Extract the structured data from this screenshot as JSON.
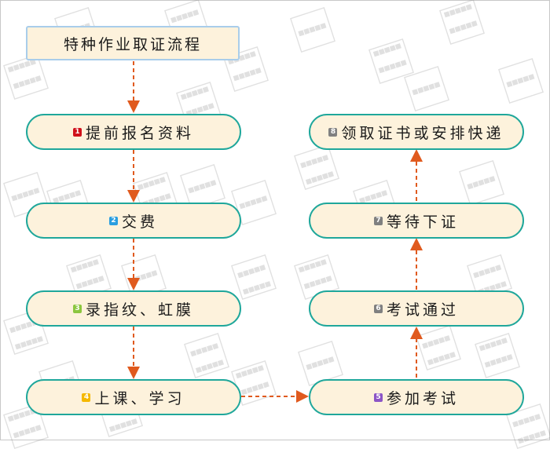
{
  "title": "特种作业取证流程",
  "steps": [
    {
      "num": "1",
      "label": "提前报名资料",
      "badge_color": "#d0121b"
    },
    {
      "num": "2",
      "label": "交费",
      "badge_color": "#2a9ee0"
    },
    {
      "num": "3",
      "label": "录指纹、虹膜",
      "badge_color": "#8cc63f"
    },
    {
      "num": "4",
      "label": "上课、学习",
      "badge_color": "#f5b800"
    },
    {
      "num": "5",
      "label": "参加考试",
      "badge_color": "#8c55c6"
    },
    {
      "num": "6",
      "label": "考试通过",
      "badge_color": "#808080"
    },
    {
      "num": "7",
      "label": "等待下证",
      "badge_color": "#808080"
    },
    {
      "num": "8",
      "label": "领取证书或安排快递",
      "badge_color": "#808080"
    }
  ],
  "colors": {
    "node_fill": "#fdf2dc",
    "node_border": "#1fa79b",
    "title_border": "#a9cdea",
    "connector": "#e05a1e"
  }
}
